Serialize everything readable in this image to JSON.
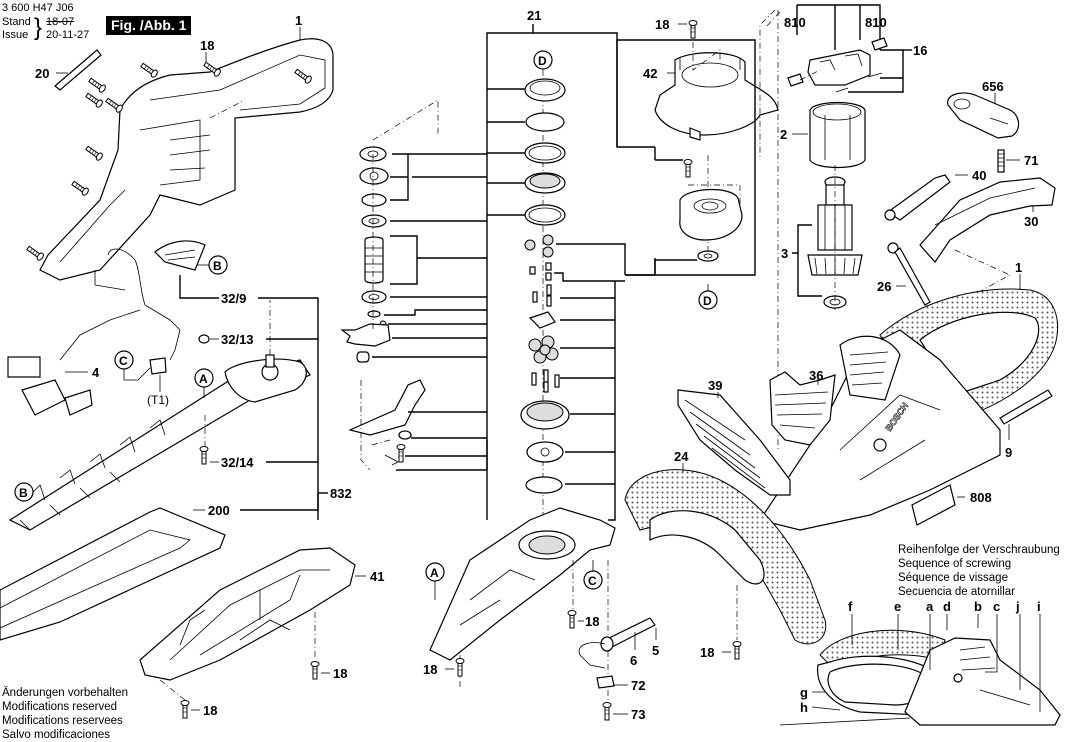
{
  "header": {
    "doc_number": "3 600 H47 J06",
    "stand_label": "Stand",
    "stand_value_struck": "18-07",
    "issue_label": "Issue",
    "issue_value": "20-11-27",
    "figure_label": "Fig. /Abb. 1"
  },
  "notes": [
    "Änderungen vorbehalten",
    "Modifications reserved",
    "Modifications reservees",
    "Salvo modificaciones"
  ],
  "screw_sequence": {
    "title_lines": [
      "Reihenfolge der Verschraubung",
      "Sequence of screwing",
      "Séquence de vissage",
      "Secuencia de atornillar"
    ],
    "letters": [
      "f",
      "e",
      "a",
      "d",
      "b",
      "c",
      "j",
      "i",
      "g",
      "h"
    ]
  },
  "part_labels": {
    "p1_top": "1",
    "p18_top_left": "18",
    "p20": "20",
    "p32_9": "32/9",
    "p32_13": "32/13",
    "p32_14": "32/14",
    "p4": "4",
    "t1": "(T1)",
    "p200": "200",
    "p832": "832",
    "p41": "41",
    "p18_bl1": "18",
    "p18_bl2": "18",
    "p21": "21",
    "p18_mid": "18",
    "p18_mid2": "18",
    "p6": "6",
    "p5": "5",
    "p72": "72",
    "p73": "73",
    "p18_top_center": "18",
    "p42": "42",
    "p810_a": "810",
    "p810_b": "810",
    "p16": "16",
    "p656": "656",
    "p71": "71",
    "p2": "2",
    "p40": "40",
    "p30": "30",
    "p3": "3",
    "p26": "26",
    "p1_right": "1",
    "p36": "36",
    "p39": "39",
    "p24": "24",
    "p9": "9",
    "p808": "808",
    "p18_right": "18"
  },
  "callouts": {
    "b_top": "B",
    "c_left": "C",
    "a_left": "A",
    "b_left": "B",
    "d_top": "D",
    "d_mid": "D",
    "a_center": "A",
    "c_center": "C"
  },
  "brand_text": "BOSCH"
}
